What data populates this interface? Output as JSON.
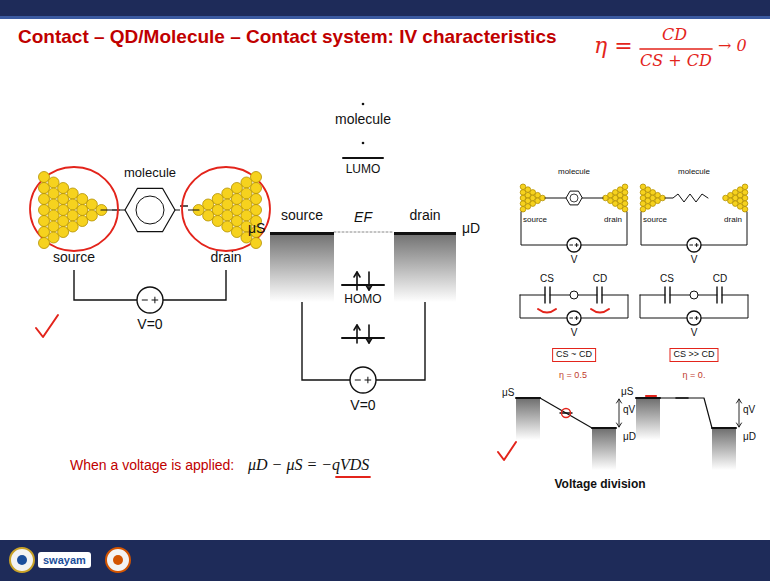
{
  "diagram": {
    "title": "Contact – QD/Molecule – Contact system: IV characteristics",
    "nodes": [
      {
        "text": [
          "source"
        ]
      },
      {
        "text": [
          "molecule"
        ]
      },
      {
        "text": [
          "drain"
        ]
      },
      {
        "text": [
          "source"
        ]
      },
      {
        "text": [
          "drain"
        ]
      }
    ],
    "edges": [
      {
        "from": 0,
        "to": 1,
        "arrow": "none"
      },
      {
        "from": 1,
        "to": 2,
        "arrow": "none"
      },
      {
        "from": 0,
        "to": 2,
        "arrow": "none"
      },
      {
        "from": 3,
        "to": 4,
        "arrow": "none"
      }
    ],
    "labels": [
      "η =",
      "CD",
      "CS + CD",
      "→ 0",
      "V=0",
      "molecule",
      "LUMO",
      "μS",
      "EF",
      "μD",
      "HOMO",
      "V=0",
      "When a voltage is applied:",
      "μD − μS = −qVDS",
      "molecule",
      "source",
      "drain",
      "V",
      "CS",
      "CD",
      "V",
      "CS ~ CD",
      "η = 0.5",
      "μS",
      "qV",
      "μD",
      "molecule",
      "source",
      "drain",
      "V",
      "CS",
      "CD",
      "V",
      "CS >> CD",
      "η = 0.",
      "μS",
      "qV",
      "μD",
      "Voltage division",
      "swayam"
    ]
  }
}
